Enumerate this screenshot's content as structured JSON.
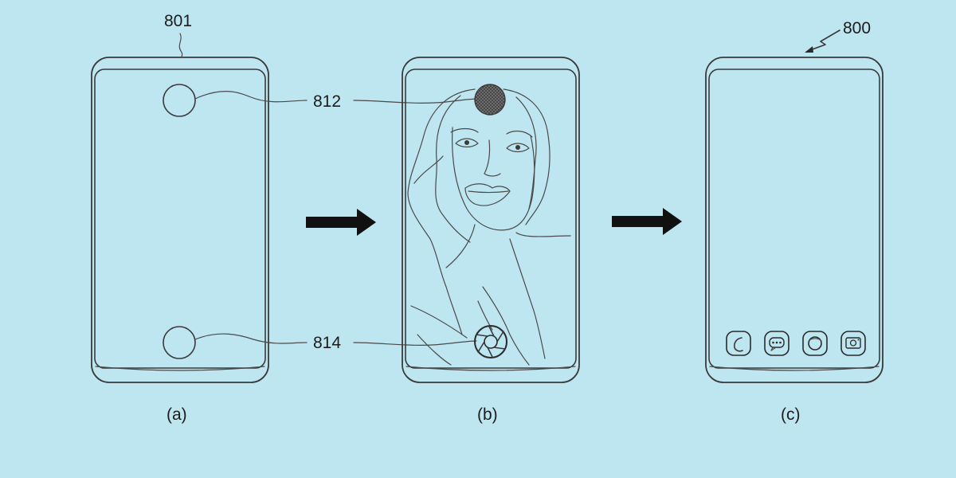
{
  "labels": {
    "ref_801": "801",
    "ref_812": "812",
    "ref_814": "814",
    "ref_800": "800"
  },
  "captions": {
    "a": "(a)",
    "b": "(b)",
    "c": "(c)"
  },
  "icons": {
    "panel_b_top": "hatched-sensor-circle",
    "panel_b_bottom": "camera-shutter-icon",
    "panel_c_dock": [
      "phone-icon",
      "message-icon",
      "browser-icon",
      "camera-icon"
    ]
  },
  "colors": {
    "background": "#bde6f1",
    "line": "#3a3a3a",
    "arrow": "#111111"
  }
}
